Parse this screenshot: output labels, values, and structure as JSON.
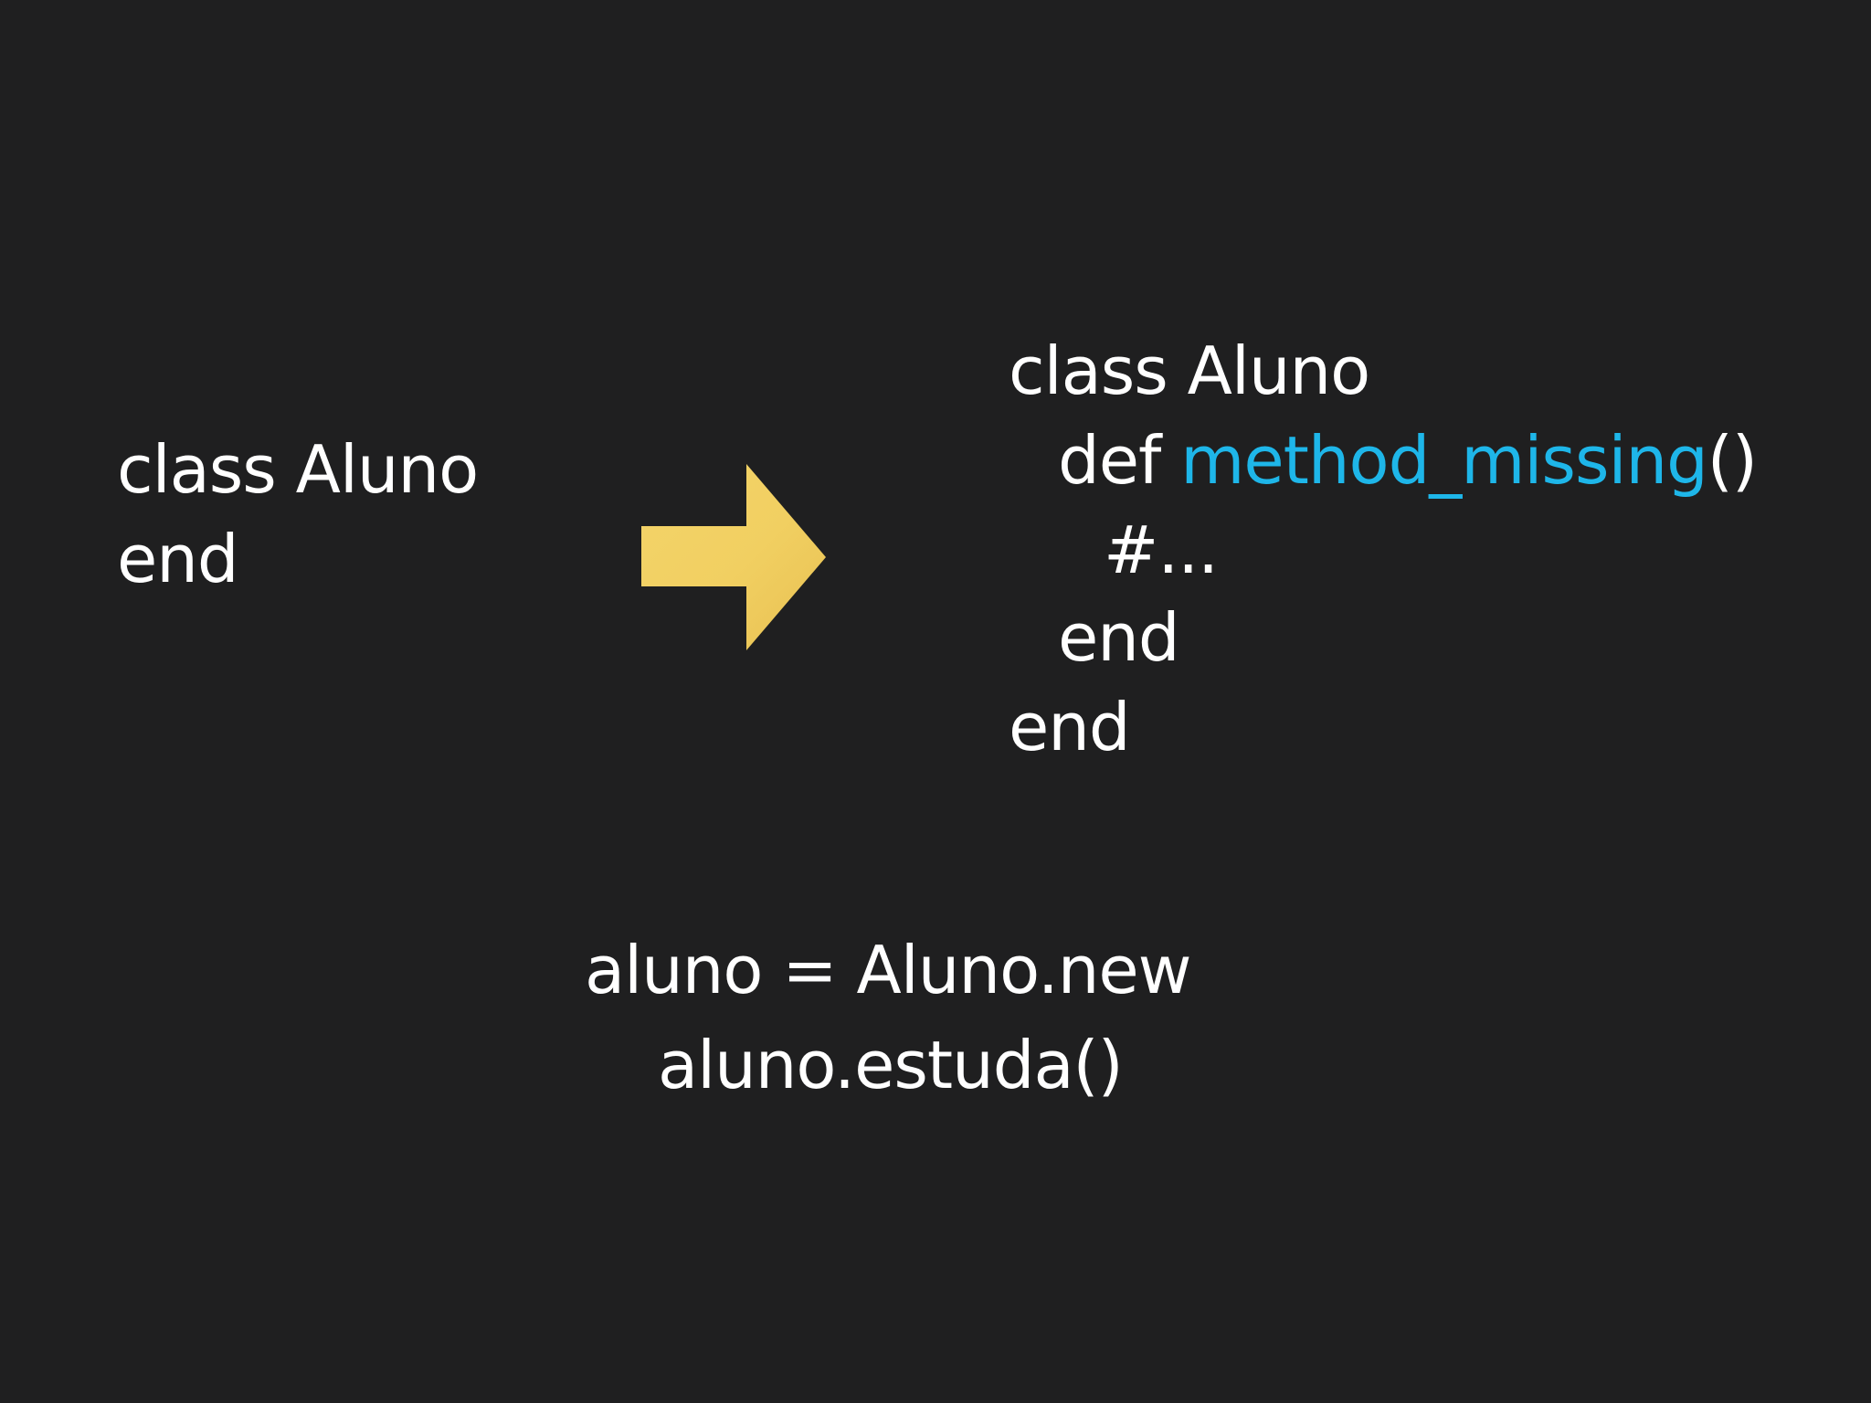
{
  "slide": {
    "left_code": {
      "line1": "class Aluno",
      "line2": "end"
    },
    "right_code": {
      "line1": "class Aluno",
      "line2_prefix": "def ",
      "line2_method": "method_missing",
      "line2_suffix": "()",
      "line3": "#...",
      "line4": "end",
      "line5": "end"
    },
    "bottom_code": {
      "line1": "aluno = Aluno.new",
      "line2": "aluno.estuda()"
    },
    "colors": {
      "background": "#1f1f20",
      "text": "#ffffff",
      "accent": "#1eb6e9",
      "arrow": "#f2cf61"
    },
    "icons": {
      "arrow": "right-arrow-icon"
    }
  }
}
